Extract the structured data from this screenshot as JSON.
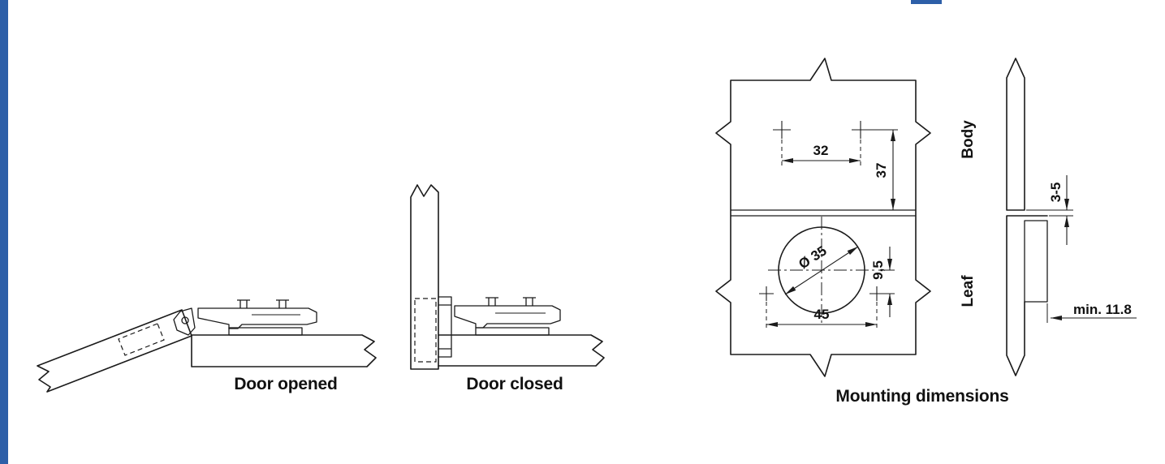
{
  "page": {
    "accent_color": "#2d5fa8",
    "line_color": "#1b1b1b"
  },
  "captions": {
    "door_opened": "Door opened",
    "door_closed": "Door closed",
    "mounting_dimensions": "Mounting dimensions"
  },
  "mounting": {
    "front_view": {
      "hole_spacing": "32",
      "edge_distance": "37",
      "cup_diameter": "Ø 35",
      "cup_offset": "9,5",
      "leaf_hole_spacing": "45"
    },
    "side_view": {
      "gap": "3-5",
      "min_depth": "min. 11.8",
      "body_label": "Body",
      "leaf_label": "Leaf"
    }
  }
}
